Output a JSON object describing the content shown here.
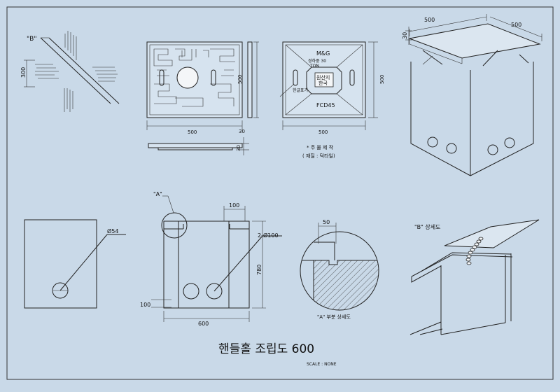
{
  "top_left": {
    "callout": "\"B\"",
    "dim_300": "300"
  },
  "cover_plan": {
    "dim_width": "500",
    "dim_height": "500",
    "dim_side_30": "30"
  },
  "cover_side": {
    "dim_30": "30"
  },
  "cover_back": {
    "brand": "M&G",
    "line1": "경하중 30",
    "line2": "TON",
    "origin1": "원산지",
    "origin2": "한국",
    "spec": "FCD45",
    "small_label": "한글표기",
    "dim_width": "500",
    "dim_height": "500",
    "note1": "* 주 물 제 작",
    "note2": "( 재질 : 덕타일)"
  },
  "iso_box": {
    "dim_thick": "30",
    "dim_a": "500",
    "dim_b": "500"
  },
  "side_view": {
    "hole_label": "Ø54"
  },
  "front_view": {
    "callout": "\"A\"",
    "dim_100_top": "100",
    "hole_label": "2-Ø100",
    "dim_780": "780",
    "dim_100_left": "100",
    "dim_600": "600"
  },
  "detail_a": {
    "dim_50": "50",
    "caption": "\"A\" 부분 상세도"
  },
  "detail_b": {
    "caption": "\"B\" 상세도"
  },
  "footer": {
    "title": "핸들홀 조립도 600",
    "scale": "SCALE : NONE"
  }
}
